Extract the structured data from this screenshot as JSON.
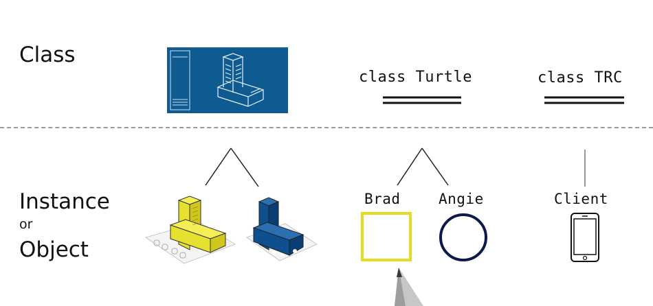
{
  "rows": {
    "class_label": "Class",
    "instance_label": "Instance",
    "or_label": "or",
    "object_label": "Object"
  },
  "classes": {
    "turtle": "class Turtle",
    "trc": "class TRC"
  },
  "instances": {
    "brad": "Brad",
    "angie": "Angie",
    "client": "Client"
  },
  "icons": {
    "blueprint": "blueprint-building-icon",
    "yellow_building": "yellow-building-icon",
    "blue_building": "blue-building-icon",
    "square": "square-shape-icon",
    "circle": "circle-shape-icon",
    "phone": "smartphone-icon",
    "pen": "pen-tip-icon"
  },
  "colors": {
    "blueprint_blue": "#0d5b91",
    "building_yellow": "#e6e12e",
    "building_blue": "#0e4f8f",
    "square_yellow": "#e4dc1c",
    "circle_navy": "#0b1a4a"
  }
}
